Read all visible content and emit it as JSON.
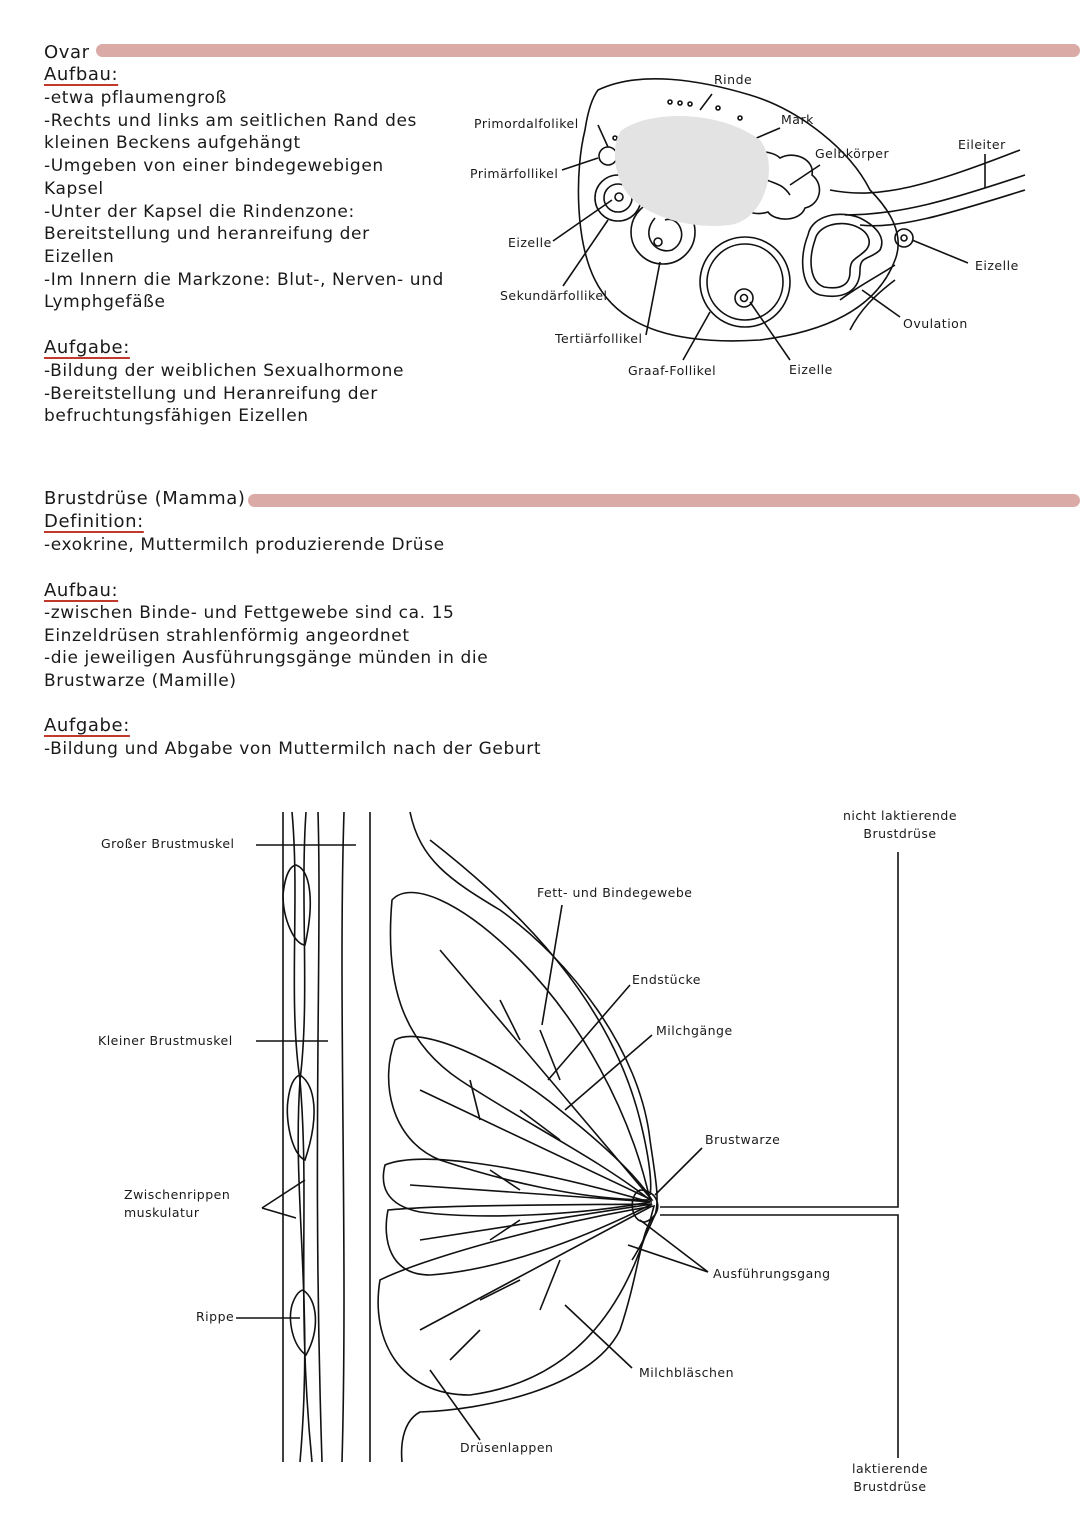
{
  "ovar": {
    "heading": "Ovar",
    "accent_color": "#d9aaa6",
    "underline_color": "#c0392b",
    "aufbau_title": "Aufbau:",
    "aufbau_lines": [
      "-etwa pflaumengroß",
      "-Rechts und links am seitlichen Rand des",
      "kleinen Beckens aufgehängt",
      "-Umgeben von einer bindegewebigen",
      "Kapsel",
      "-Unter der Kapsel die Rindenzone:",
      "Bereitstellung und heranreifung der",
      "Eizellen",
      "-Im Innern die Markzone: Blut-, Nerven- und",
      "Lymphgefäße"
    ],
    "aufgabe_title": "Aufgabe:",
    "aufgabe_lines": [
      "-Bildung der weiblichen Sexualhormone",
      "-Bereitstellung und Heranreifung der",
      "befruchtungsfähigen Eizellen"
    ],
    "diagram_labels": {
      "rinde": "Rinde",
      "mark": "Mark",
      "primordial": "Primordalfolikel",
      "primaer": "Primärfollikel",
      "gelbkoerper": "Gelbkörper",
      "eileiter": "Eileiter",
      "eizelle_left": "Eizelle",
      "eizelle_right": "Eizelle",
      "sekundaer": "Sekundärfollikel",
      "tertiaer": "Tertiärfollikel",
      "graaf": "Graaf-Follikel",
      "eizelle_bottom": "Eizelle",
      "ovulation": "Ovulation"
    }
  },
  "brust": {
    "heading": "Brustdrüse (Mamma)",
    "definition_title": "Definition:",
    "definition_lines": [
      "-exokrine, Muttermilch produzierende Drüse"
    ],
    "aufbau_title": "Aufbau:",
    "aufbau_lines": [
      "-zwischen Binde- und Fettgewebe sind ca. 15",
      "Einzeldrüsen strahlenförmig angeordnet",
      "-die jeweiligen Ausführungsgänge münden in die",
      "Brustwarze (Mamille)"
    ],
    "aufgabe_title": "Aufgabe:",
    "aufgabe_lines": [
      "-Bildung und Abgabe von Muttermilch nach der Geburt"
    ],
    "diagram_labels": {
      "grosser": "Großer Brustmuskel",
      "kleiner": "Kleiner Brustmuskel",
      "zwischen": "Zwischenrippen\nmuskulatur",
      "rippe": "Rippe",
      "fett": "Fett- und Bindegewebe",
      "endstuecke": "Endstücke",
      "milchgaenge": "Milchgänge",
      "brustwarze": "Brustwarze",
      "ausfuehrung": "Ausführungsgang",
      "milchblaeschen": "Milchbläschen",
      "druesenlappen": "Drüsenlappen",
      "nicht": "nicht laktierende\nBrustdrüse",
      "laktierend": "laktierende\nBrustdrüse"
    }
  }
}
